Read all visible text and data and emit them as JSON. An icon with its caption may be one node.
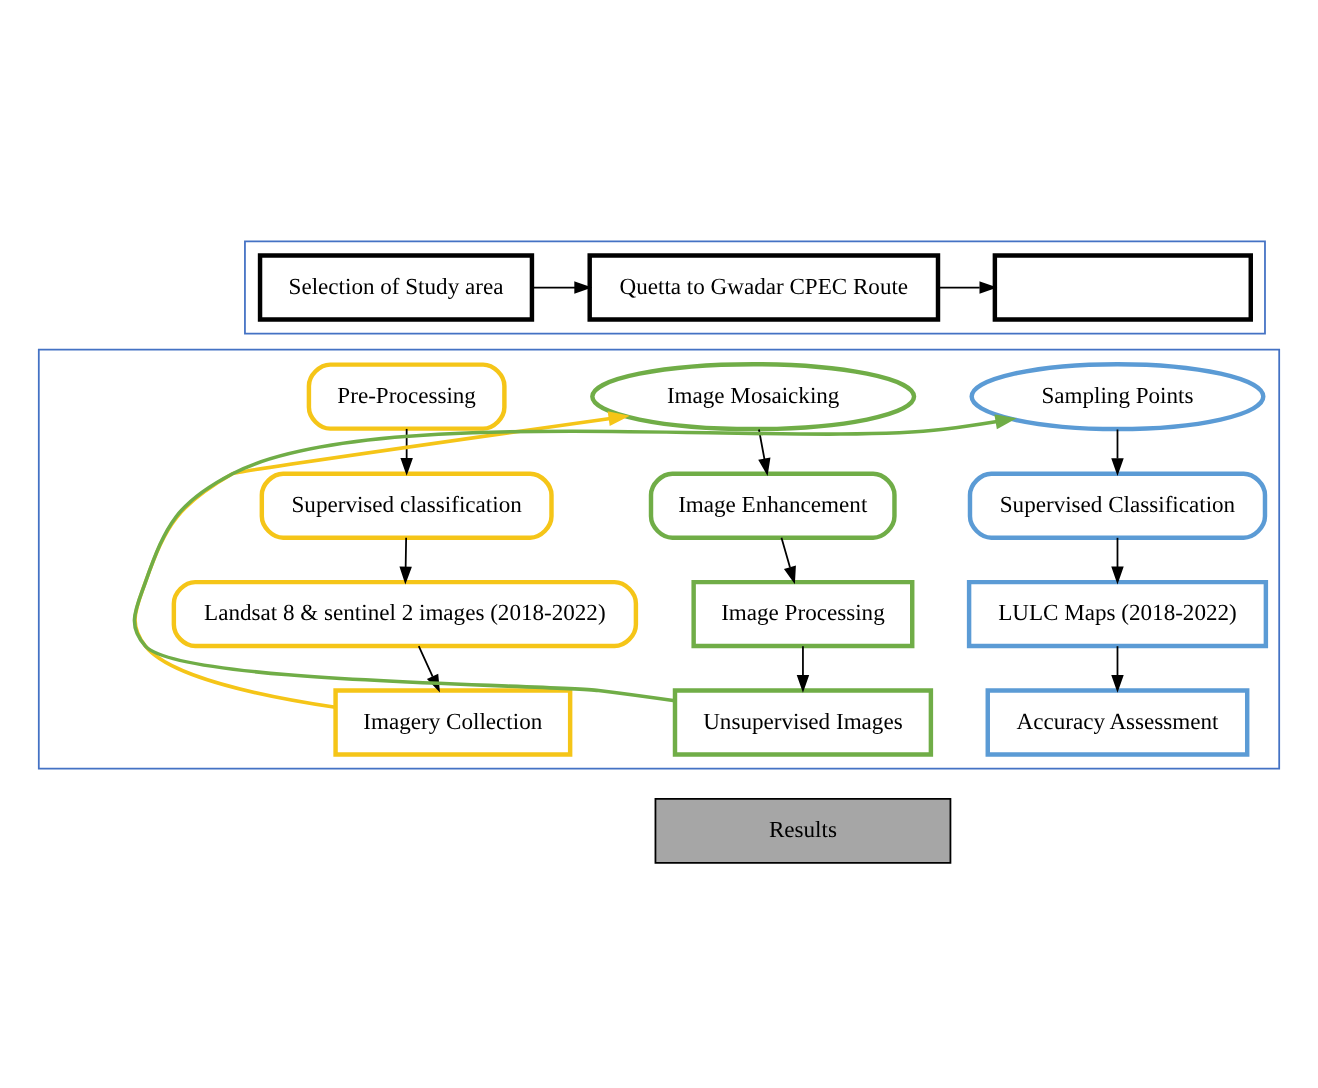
{
  "diagram": {
    "nodes": [
      {
        "text": [],
        "shape": "box"
      },
      {
        "text": [
          "Selection of Study area"
        ],
        "in": 0
      },
      {
        "text": [
          "Quetta to Gwadar CPEC Route"
        ],
        "in": 0
      },
      {
        "text": [],
        "shape": "box",
        "in": 0
      },
      {
        "text": [],
        "shape": "box"
      },
      {
        "text": [
          "Pre-Processing"
        ],
        "in": 4
      },
      {
        "text": [
          "Supervised classification"
        ],
        "in": 4
      },
      {
        "text": [
          "Landsat 8 & sentinel 2 images (2018-2022)"
        ],
        "in": 4
      },
      {
        "text": [
          "Imagery Collection"
        ],
        "in": 4
      },
      {
        "text": [
          "Image Mosaicking"
        ],
        "in": 4
      },
      {
        "text": [
          "Image Enhancement"
        ],
        "in": 4
      },
      {
        "text": [
          "Image Processing"
        ],
        "in": 4
      },
      {
        "text": [
          "Unsupervised Images"
        ],
        "in": 4
      },
      {
        "text": [
          "Sampling Points"
        ],
        "in": 4
      },
      {
        "text": [
          "Supervised Classification"
        ],
        "in": 4
      },
      {
        "text": [
          "LULC Maps (2018-2022)"
        ],
        "in": 4
      },
      {
        "text": [
          "Accuracy Assessment"
        ],
        "in": 4
      },
      {
        "text": [
          "Results"
        ]
      }
    ],
    "edges": [
      {
        "from": 1,
        "to": 2,
        "arrow": "to"
      },
      {
        "from": 2,
        "to": 3,
        "arrow": "to"
      },
      {
        "from": 5,
        "to": 6,
        "arrow": "to"
      },
      {
        "from": 6,
        "to": 7,
        "arrow": "to"
      },
      {
        "from": 7,
        "to": 8,
        "arrow": "to"
      },
      {
        "from": 8,
        "to": 9,
        "arrow": "to",
        "color": "#f5c518"
      },
      {
        "from": 9,
        "to": 10,
        "arrow": "to"
      },
      {
        "from": 10,
        "to": 11,
        "arrow": "to"
      },
      {
        "from": 11,
        "to": 12,
        "arrow": "to"
      },
      {
        "from": 12,
        "to": 13,
        "arrow": "to",
        "color": "#70ad47"
      },
      {
        "from": 13,
        "to": 14,
        "arrow": "to"
      },
      {
        "from": 14,
        "to": 15,
        "arrow": "to"
      },
      {
        "from": 15,
        "to": 16,
        "arrow": "to"
      }
    ]
  }
}
